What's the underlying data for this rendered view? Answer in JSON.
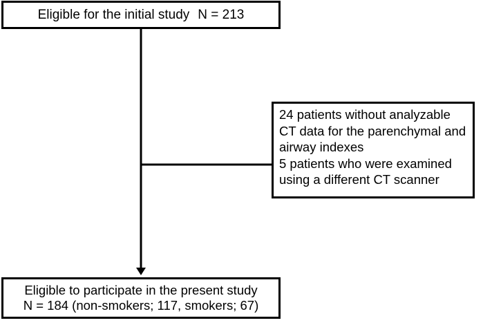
{
  "top_box": {
    "label": "Eligible for the initial study",
    "count": "N = 213"
  },
  "exclusion_box": {
    "lines": [
      "24 patients without analyzable",
      "CT data for the parenchymal and",
      "airway indexes",
      "5 patients who were examined",
      "using a different CT scanner"
    ]
  },
  "bottom_box": {
    "lines": [
      "Eligible to participate in the present study",
      "N = 184 (non-smokers; 117, smokers; 67)"
    ]
  },
  "colors": {
    "line": "#000000",
    "box_border": "#000000",
    "background": "#ffffff"
  }
}
